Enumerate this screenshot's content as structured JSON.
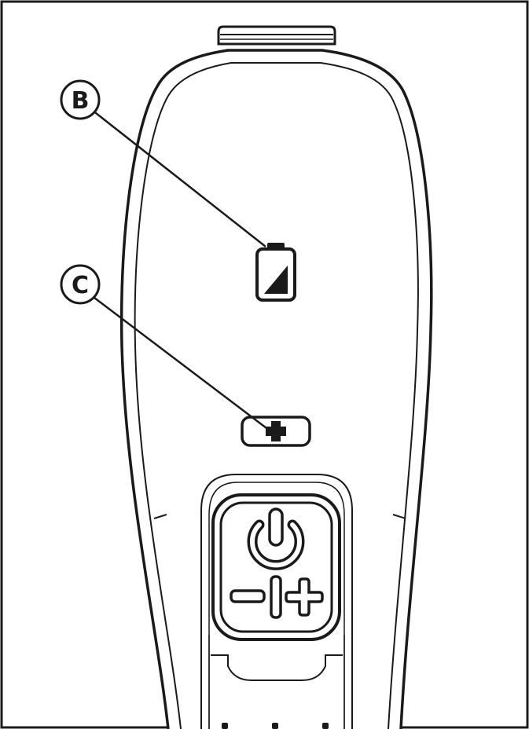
{
  "colors": {
    "ink": "#1a1a1a",
    "paper": "#ffffff"
  },
  "callouts": {
    "b": {
      "letter": "B",
      "target": "battery-indicator-icon"
    },
    "c": {
      "letter": "C",
      "target": "boost-plus-indicator"
    }
  },
  "icons": {
    "battery": "battery-half-icon",
    "boost": "plus-icon",
    "power": "power-icon",
    "minus": "minus-icon",
    "plus": "plus-icon"
  }
}
